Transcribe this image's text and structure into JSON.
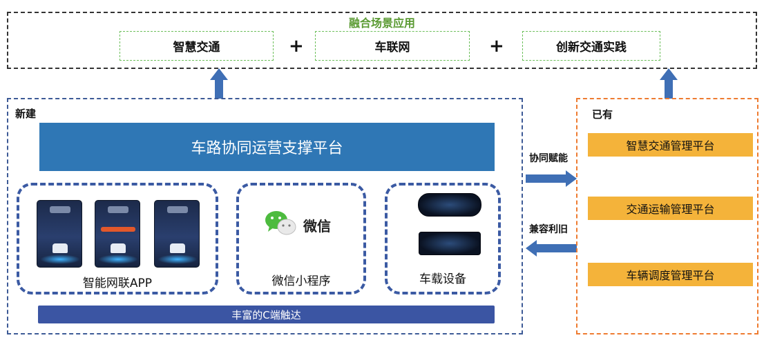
{
  "top": {
    "title": "融合场景应用",
    "scenes": [
      "智慧交通",
      "车联网",
      "创新交通实践"
    ],
    "plus": "+"
  },
  "new_section": {
    "label": "新建",
    "platform": "车路协同运营支撑平台",
    "modules": [
      {
        "label": "智能网联APP"
      },
      {
        "label": "微信小程序",
        "brand": "微信"
      },
      {
        "label": "车载设备"
      }
    ],
    "reach": "丰富的C端触达"
  },
  "links": {
    "forward": "协同赋能",
    "backward": "兼容利旧"
  },
  "existing_section": {
    "label": "已有",
    "platforms": [
      "智慧交通管理平台",
      "交通运输管理平台",
      "车辆调度管理平台"
    ]
  },
  "colors": {
    "arrow_blue": "#3f6fb5",
    "platform_blue": "#2f77b5",
    "module_border": "#3b5aa3",
    "existing_border": "#ee7b30",
    "existing_fill": "#f4b33a",
    "top_title_green": "#5a9a32",
    "wechat_green": "#4dbb3f"
  },
  "icons": [
    "up-arrow-icon",
    "right-arrow-icon",
    "left-arrow-icon",
    "wechat-icon"
  ]
}
